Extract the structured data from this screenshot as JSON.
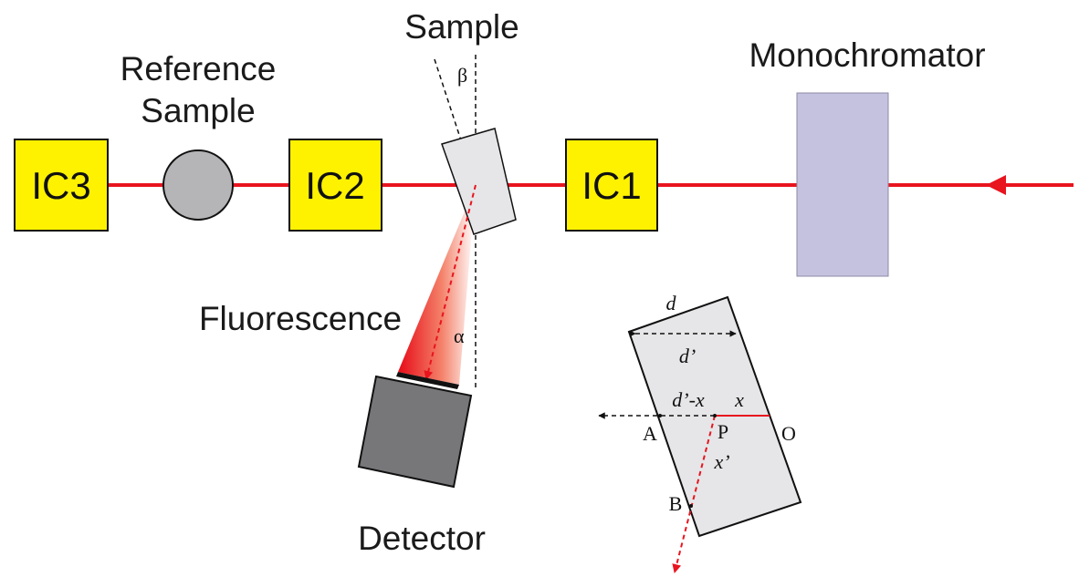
{
  "labels": {
    "sample": "Sample",
    "reference_line1": "Reference",
    "reference_line2": "Sample",
    "monochromator": "Monochromator",
    "fluorescence": "Fluorescence",
    "detector": "Detector"
  },
  "chambers": {
    "ic3": "IC3",
    "ic2": "IC2",
    "ic1": "IC1"
  },
  "angles": {
    "beta": "β",
    "alpha": "α"
  },
  "inset": {
    "d": "d",
    "d_prime": "d’",
    "d_prime_minus_x": "d’-x",
    "x": "x",
    "x_prime": "x’",
    "point_a": "A",
    "point_p": "P",
    "point_o": "O",
    "point_b": "B"
  },
  "colors": {
    "beam": "#e8141e",
    "chamber_fill": "#fff200",
    "reference_fill": "#b5b5b7",
    "monochromator_fill": "#c5c2e0",
    "sample_fill": "#e6e6e8",
    "detector_fill": "#77777a"
  }
}
